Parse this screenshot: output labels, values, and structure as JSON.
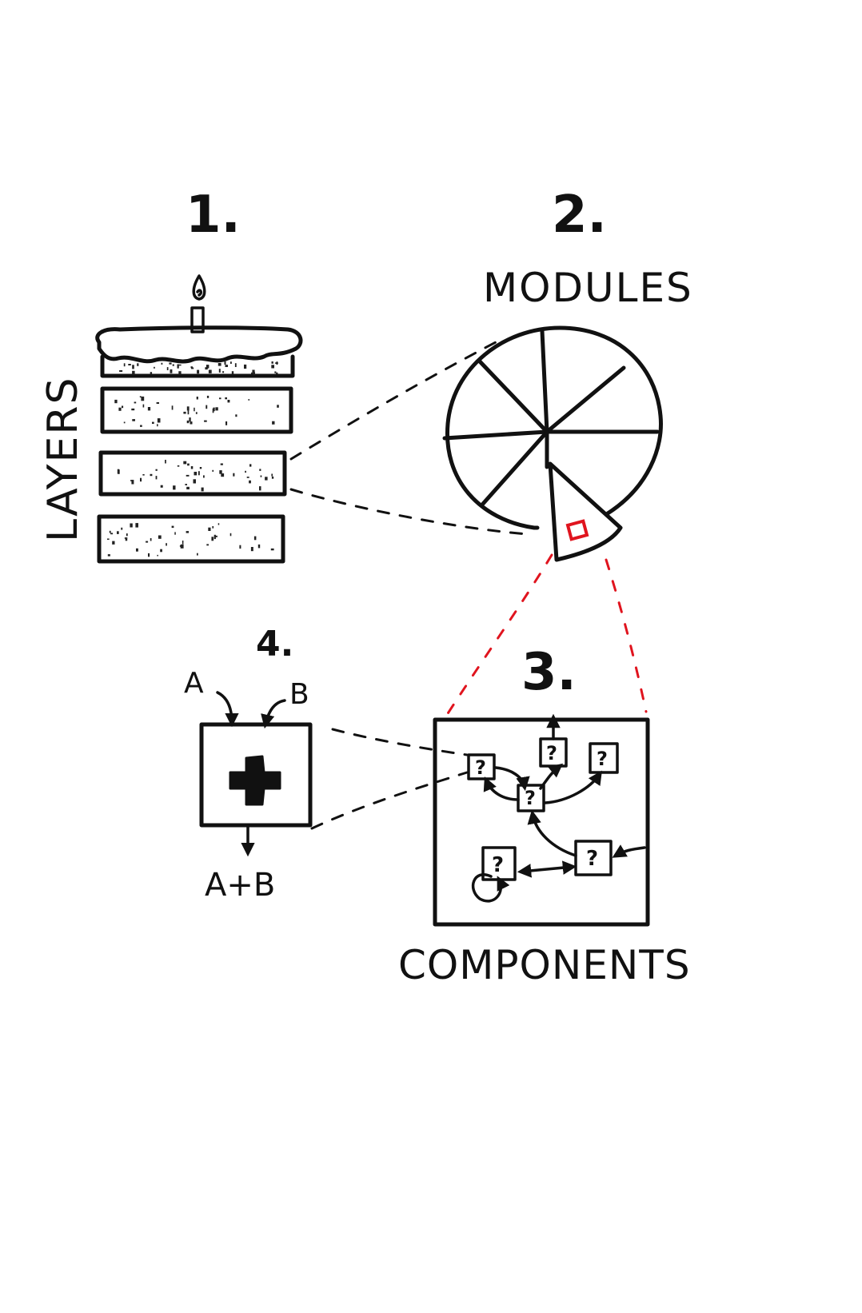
{
  "steps": {
    "one": {
      "number": "1.",
      "label": "LAYERS"
    },
    "two": {
      "number": "2.",
      "label": "MODULES"
    },
    "three": {
      "number": "3.",
      "label": "COMPONENTS"
    },
    "four": {
      "number": "4."
    }
  },
  "component_box": {
    "marker": "?"
  },
  "adder": {
    "input_a": "A",
    "input_b": "B",
    "output": "A+B"
  },
  "colors": {
    "ink": "#111111",
    "highlight": "#e0141e",
    "background": "#ffffff"
  },
  "icons": [
    "cake-icon",
    "candle-icon",
    "pie-chart-icon",
    "plus-icon",
    "loop-arrow-icon"
  ]
}
